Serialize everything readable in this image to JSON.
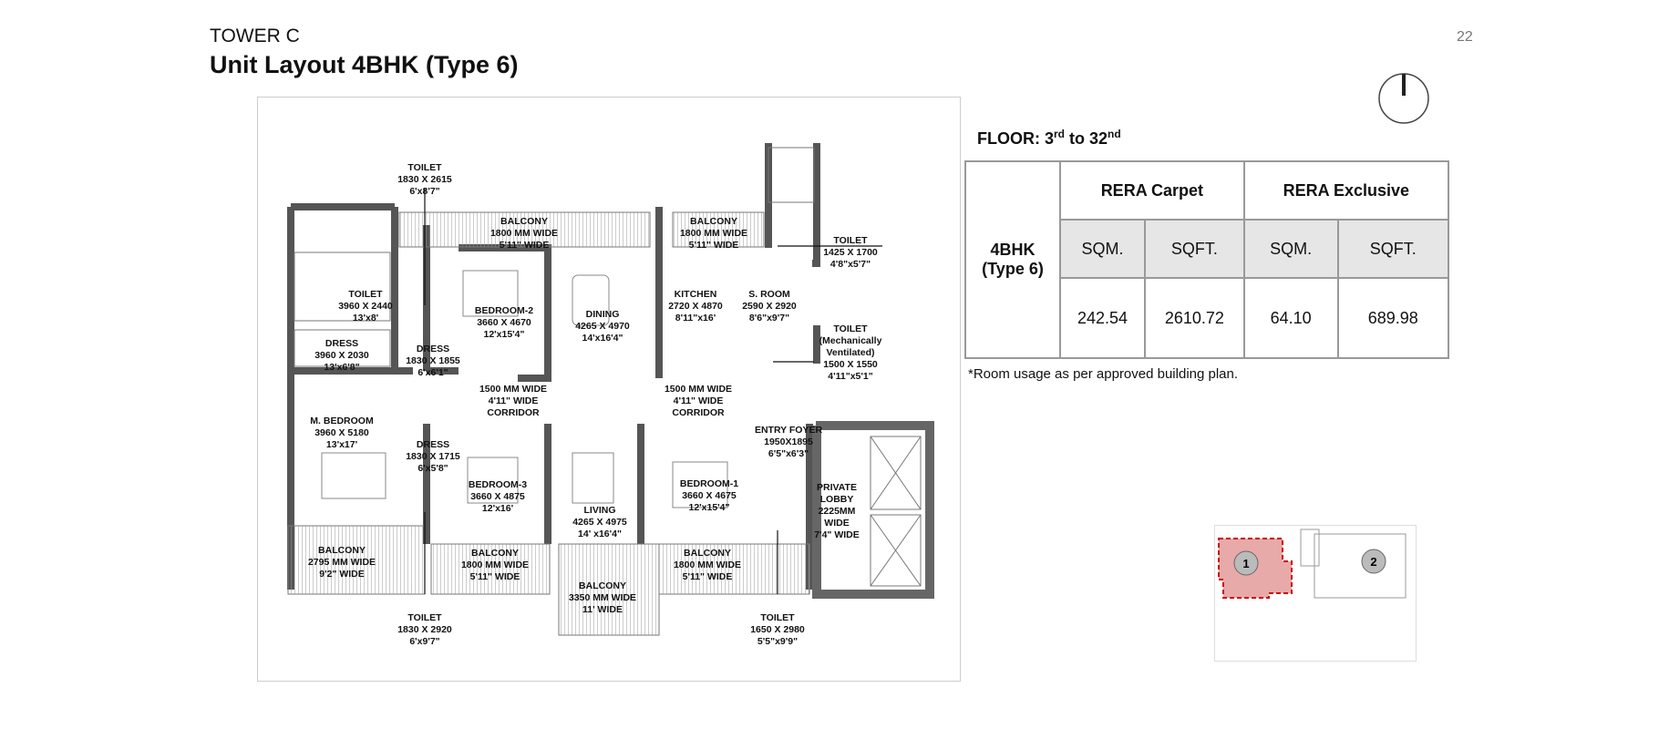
{
  "header": {
    "tower": "TOWER C",
    "title": "Unit Layout 4BHK (Type 6)",
    "page_number": "22"
  },
  "floor": {
    "prefix": "FLOOR: 3",
    "sup1": "rd",
    "middle": " to 32",
    "sup2": "nd"
  },
  "area_table": {
    "unit": "4BHK",
    "unit_type": "(Type 6)",
    "col_carpet": "RERA Carpet",
    "col_exclusive": "RERA Exclusive",
    "sub_sqm": "SQM.",
    "sub_sqft": "SQFT.",
    "carpet_sqm": "242.54",
    "carpet_sqft": "2610.72",
    "excl_sqm": "64.10",
    "excl_sqft": "689.98"
  },
  "note": "*Room usage as per approved building plan.",
  "plan_labels": {
    "toilet_top": [
      "TOILET",
      "1830 X 2615",
      "6'x8'7\""
    ],
    "balcony_top": [
      "BALCONY",
      "1800 MM WIDE",
      "5'11\" WIDE"
    ],
    "balcony_kitchen": [
      "BALCONY",
      "1800 MM WIDE",
      "5'11\" WIDE"
    ],
    "toilet_right": [
      "TOILET",
      "1425 X 1700",
      "4'8\"x5'7\""
    ],
    "toilet_mb": [
      "TOILET",
      "3960 X 2440",
      "13'x8'"
    ],
    "bedroom2": [
      "BEDROOM-2",
      "3660 X 4670",
      "12'x15'4\""
    ],
    "dining": [
      "DINING",
      "4265 X 4970",
      "14'x16'4\""
    ],
    "kitchen": [
      "KITCHEN",
      "2720 X 4870",
      "8'11\"x16'"
    ],
    "sroom": [
      "S. ROOM",
      "2590 X 2920",
      "8'6\"x9'7\""
    ],
    "dress_mb": [
      "DRESS",
      "3960 X 2030",
      "13'x6'8\""
    ],
    "dress_b2": [
      "DRESS",
      "1830 X 1855",
      "6'x6'1\""
    ],
    "toilet_mech": [
      "TOILET",
      "(Mechanically",
      "Ventilated)",
      "1500 X 1550",
      "4'11\"x5'1\""
    ],
    "corridor_left": [
      "1500 MM WIDE",
      "4'11\" WIDE",
      "CORRIDOR"
    ],
    "corridor_right": [
      "1500 MM WIDE",
      "4'11\" WIDE",
      "CORRIDOR"
    ],
    "mbedroom": [
      "M. BEDROOM",
      "3960 X 5180",
      "13'x17'"
    ],
    "dress_b3": [
      "DRESS",
      "1830 X 1715",
      "6'x5'8\""
    ],
    "entry_foyer": [
      "ENTRY FOYER",
      "1950X1895",
      "6'5\"x6'3\""
    ],
    "bedroom3": [
      "BEDROOM-3",
      "3660 X 4875",
      "12'x16'"
    ],
    "living": [
      "LIVING",
      "4265 X 4975",
      "14' x16'4\""
    ],
    "bedroom1": [
      "BEDROOM-1",
      "3660 X 4675",
      "12'x15'4\""
    ],
    "private_lobby": [
      "PRIVATE",
      "LOBBY",
      "2225MM",
      "WIDE",
      "7'4\" WIDE"
    ],
    "balcony_mb": [
      "BALCONY",
      "2795 MM WIDE",
      "9'2\" WIDE"
    ],
    "balcony_b3": [
      "BALCONY",
      "1800 MM WIDE",
      "5'11\" WIDE"
    ],
    "balcony_b1": [
      "BALCONY",
      "1800 MM WIDE",
      "5'11\" WIDE"
    ],
    "balcony_living": [
      "BALCONY",
      "3350 MM WIDE",
      "11' WIDE"
    ],
    "toilet_bottom_left": [
      "TOILET",
      "1830 X 2920",
      "6'x9'7\""
    ],
    "toilet_bottom_right": [
      "TOILET",
      "1650 X 2980",
      "5'5\"x9'9\""
    ]
  },
  "key_plan": {
    "unit_1": "1",
    "unit_2": "2",
    "highlight_color": "#e8a9a9"
  },
  "icons": {
    "compass": "north-arrow-icon"
  }
}
